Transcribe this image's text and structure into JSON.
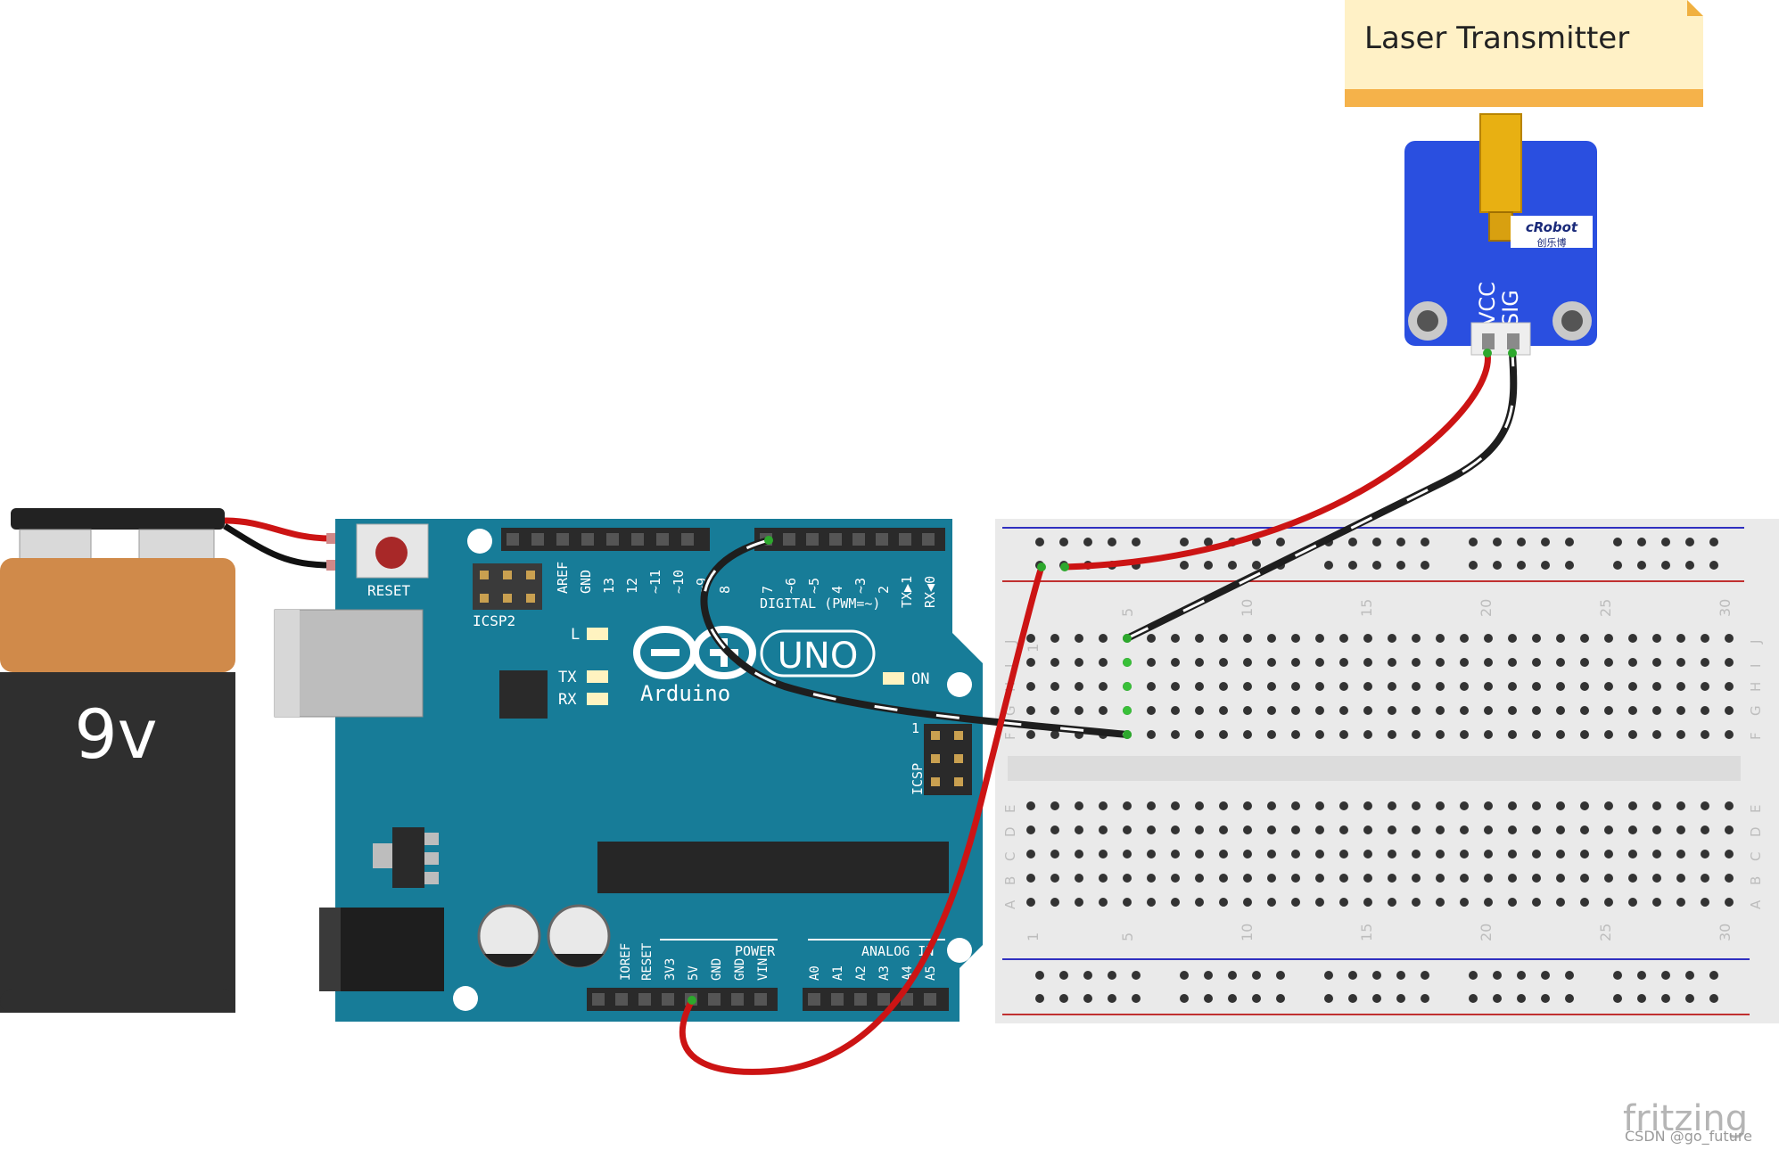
{
  "note": {
    "title": "Laser Transmitter"
  },
  "battery": {
    "label": "9v",
    "colors": {
      "top": "#d08a4a",
      "body": "#2f2f2f",
      "cap": "#222222"
    }
  },
  "laser_module": {
    "brand": "cRobot",
    "brand_sub": "创乐博",
    "pins": [
      "VCC",
      "SIG"
    ],
    "board_color": "#2a4fe0"
  },
  "arduino": {
    "logo_text": "UNO",
    "brand": "Arduino",
    "reset_label": "RESET",
    "icsp2_label": "ICSP2",
    "icsp_label": "ICSP",
    "icsp_pin1": "1",
    "leds": {
      "l": "L",
      "tx": "TX",
      "rx": "RX",
      "on": "ON"
    },
    "digital_title": "DIGITAL (PWM=~)",
    "digital_left": [
      "AREF",
      "GND",
      "13",
      "12",
      "~11",
      "~10",
      "~9",
      "8"
    ],
    "digital_right": [
      "7",
      "~6",
      "~5",
      "4",
      "~3",
      "2",
      "TX▶1",
      "RX◀0"
    ],
    "power_title": "POWER",
    "power_pins": [
      "IOREF",
      "RESET",
      "3V3",
      "5V",
      "GND",
      "GND",
      "VIN"
    ],
    "analog_title": "ANALOG IN",
    "analog_pins": [
      "A0",
      "A1",
      "A2",
      "A3",
      "A4",
      "A5"
    ],
    "board_color": "#177c98"
  },
  "breadboard": {
    "columns": [
      "1",
      "5",
      "10",
      "15",
      "20",
      "25",
      "30"
    ],
    "rows_top": [
      "J",
      "I",
      "H",
      "G",
      "F"
    ],
    "rows_bottom": [
      "E",
      "D",
      "C",
      "B",
      "A"
    ]
  },
  "wires": {
    "power": "#cc1414",
    "ground": "#1e1e1e"
  },
  "footer": {
    "fritzing": "fritzing",
    "credit": "CSDN @go_future"
  }
}
